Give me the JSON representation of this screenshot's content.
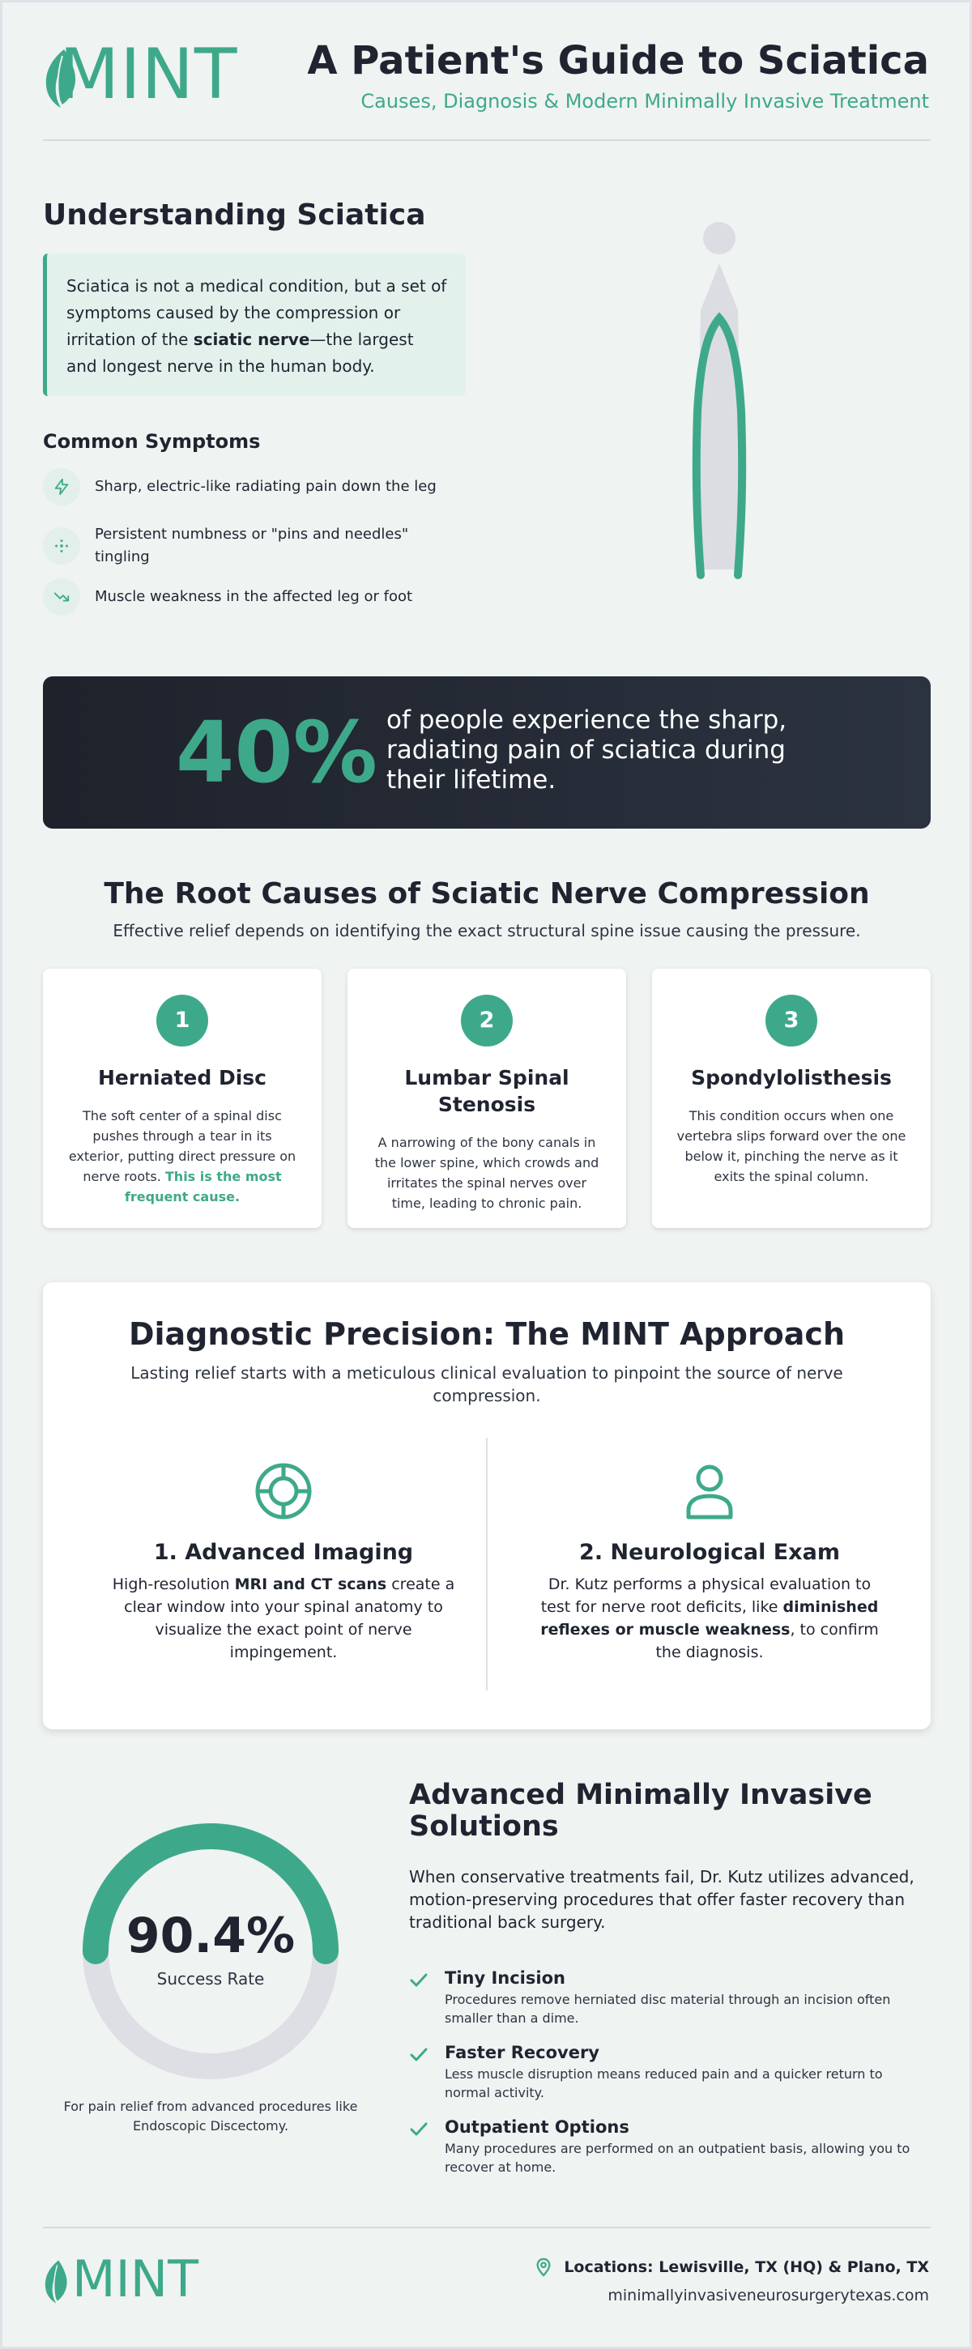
{
  "header": {
    "logo_text": "MINT",
    "title": "A Patient's Guide to Sciatica",
    "subtitle": "Causes, Diagnosis & Modern Minimally Invasive Treatment"
  },
  "understanding": {
    "heading": "Understanding Sciatica",
    "intro_before": "Sciatica is not a medical condition, but a set of symptoms caused by the compression or irritation of the ",
    "intro_bold": "sciatic nerve",
    "intro_after": "—the largest and longest nerve in the human body.",
    "symptoms_heading": "Common Symptoms",
    "symptoms": [
      {
        "icon": "lightning-icon",
        "text": "Sharp, electric-like radiating pain down the leg"
      },
      {
        "icon": "tingle-dots-icon",
        "text": "Persistent numbness or \"pins and needles\" tingling"
      },
      {
        "icon": "trend-down-icon",
        "text": "Muscle weakness in the affected leg or foot"
      }
    ]
  },
  "stat": {
    "value": "40%",
    "text": "of people experience the sharp, radiating pain of sciatica during their lifetime."
  },
  "causes": {
    "heading": "The Root Causes of Sciatic Nerve Compression",
    "subheading": "Effective relief depends on identifying the exact structural spine issue causing the pressure.",
    "cards": [
      {
        "number": "1",
        "title": "Herniated Disc",
        "text": "The soft center of a spinal disc pushes through a tear in its exterior, putting direct pressure on nerve roots. ",
        "highlight": "This is the most frequent cause."
      },
      {
        "number": "2",
        "title": "Lumbar Spinal Stenosis",
        "text": "A narrowing of the bony canals in the lower spine, which crowds and irritates the spinal nerves over time, leading to chronic pain.",
        "highlight": ""
      },
      {
        "number": "3",
        "title": "Spondylolisthesis",
        "text": "This condition occurs when one vertebra slips forward over the one below it, pinching the nerve as it exits the spinal column.",
        "highlight": ""
      }
    ]
  },
  "diagnostic": {
    "heading": "Diagnostic Precision: The MINT Approach",
    "subheading": "Lasting relief starts with a meticulous clinical evaluation to pinpoint the source of nerve compression.",
    "items": [
      {
        "icon": "crosshair-icon",
        "title": "1. Advanced Imaging",
        "pre": "High-resolution ",
        "bold": "MRI and CT scans",
        "post": " create a clear window into your spinal anatomy to visualize the exact point of nerve impingement."
      },
      {
        "icon": "person-icon",
        "title": "2. Neurological Exam",
        "pre": "Dr. Kutz performs a physical evaluation to test for nerve root deficits, like ",
        "bold": "diminished reflexes or muscle weakness",
        "post": ", to confirm the diagnosis."
      }
    ]
  },
  "solutions": {
    "gauge_value": "90.4%",
    "gauge_fraction": 0.904,
    "gauge_label": "Success Rate",
    "gauge_note": "For pain relief from advanced procedures like Endoscopic Discectomy.",
    "heading": "Advanced Minimally Invasive Solutions",
    "intro": "When conservative treatments fail, Dr. Kutz utilizes advanced, motion-preserving procedures that offer faster recovery than traditional back surgery.",
    "features": [
      {
        "title": "Tiny Incision",
        "text": "Procedures remove herniated disc material through an incision often smaller than a dime."
      },
      {
        "title": "Faster Recovery",
        "text": "Less muscle disruption means reduced pain and a quicker return to normal activity."
      },
      {
        "title": "Outpatient Options",
        "text": "Many procedures are performed on an outpatient basis, allowing you to recover at home."
      }
    ]
  },
  "footer": {
    "logo_text": "MINT",
    "locations": "Locations: Lewisville, TX (HQ) & Plano, TX",
    "website": "minimallyinvasiveneurosurgerytexas.com"
  },
  "colors": {
    "accent": "#3ea98a",
    "dark": "#1f2430",
    "light_bg": "#eff3f2"
  }
}
